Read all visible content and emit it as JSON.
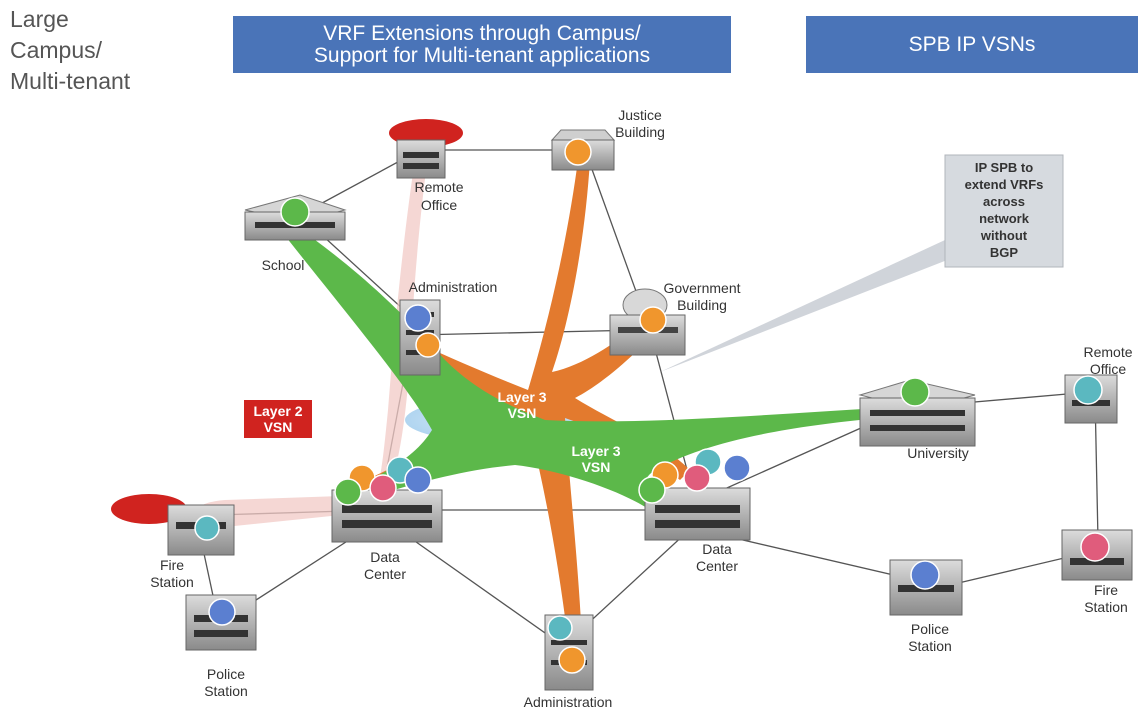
{
  "side_title": [
    "Large",
    "Campus/",
    "Multi-tenant"
  ],
  "banner_left": [
    "VRF Extensions through Campus/",
    "Support for Multi-tenant applications"
  ],
  "banner_right": "SPB IP VSNs",
  "callout": [
    "IP SPB to",
    "extend VRFs",
    "across",
    "network",
    "without",
    "BGP"
  ],
  "layer2": [
    "Layer 2",
    "VSN"
  ],
  "layer3_a": [
    "Layer 3",
    "VSN"
  ],
  "layer3_b": [
    "Layer 3",
    "VSN"
  ],
  "labels": {
    "justice": [
      "Justice",
      "Building"
    ],
    "remote_office_left": [
      "Remote",
      "Office"
    ],
    "school": "School",
    "administration_top": "Administration",
    "government": [
      "Government",
      "Building"
    ],
    "remote_office_right": [
      "Remote",
      "Office"
    ],
    "university": "University",
    "fire_left": [
      "Fire",
      "Station"
    ],
    "data_center_left": [
      "Data",
      "Center"
    ],
    "data_center_right": [
      "Data",
      "Center"
    ],
    "police_left": [
      "Police",
      "Station"
    ],
    "police_right": [
      "Police",
      "Station"
    ],
    "fire_right": [
      "Fire",
      "Station"
    ],
    "administration_bottom": "Administration"
  },
  "colors": {
    "banner": "#4a74b8",
    "green_vsn": "#5cb84a",
    "orange_vsn": "#e37a2e",
    "layer2": "#d0231f",
    "pink_path": "#f2c9c5",
    "router_green": "#5cb84a",
    "router_orange": "#f0962d",
    "router_blue": "#5b7fd0",
    "router_pink": "#e05c7c",
    "router_teal": "#5bb8c0"
  }
}
